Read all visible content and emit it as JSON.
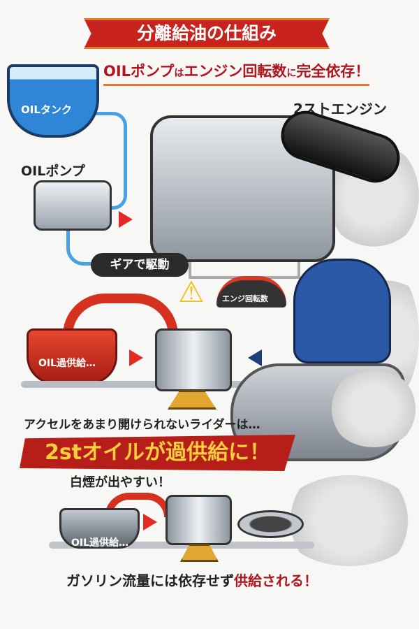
{
  "title": "分離給油の仕組み",
  "headline": {
    "part1": "OILポンプ",
    "part2": "は",
    "part3": "エンジン回転数",
    "part4": "に",
    "part5": "完全依存！"
  },
  "engine_label": "2ストエンジン",
  "tank_label": "OILタンク",
  "pump_label": "OILポンプ",
  "gear_label": "ギアで駆動",
  "gauge_label": "エンジ回転数",
  "bucket_label": "OIL過供給…",
  "rider_text": "アクセルをあまり開けられないライダーは…",
  "oversupply_banner": "2stオイルが過供給に！",
  "smoke_text": "白煙が出やすい！",
  "bottom_bowl_label": "OIL過供給…",
  "bottom_text": {
    "normal": "ガソリン流量には依存せず",
    "emphasis": "供給される！"
  },
  "colors": {
    "red": "#c8231c",
    "oil_blue": "#2f86d6",
    "yellow": "#f7cf3d"
  }
}
